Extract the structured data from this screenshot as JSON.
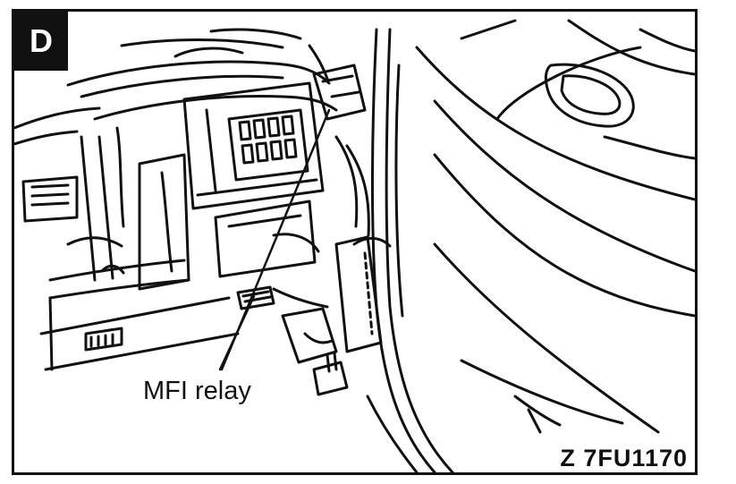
{
  "diagram": {
    "section_letter": "D",
    "callout_label": "MFI relay",
    "figure_code": "Z 7FU1170"
  }
}
